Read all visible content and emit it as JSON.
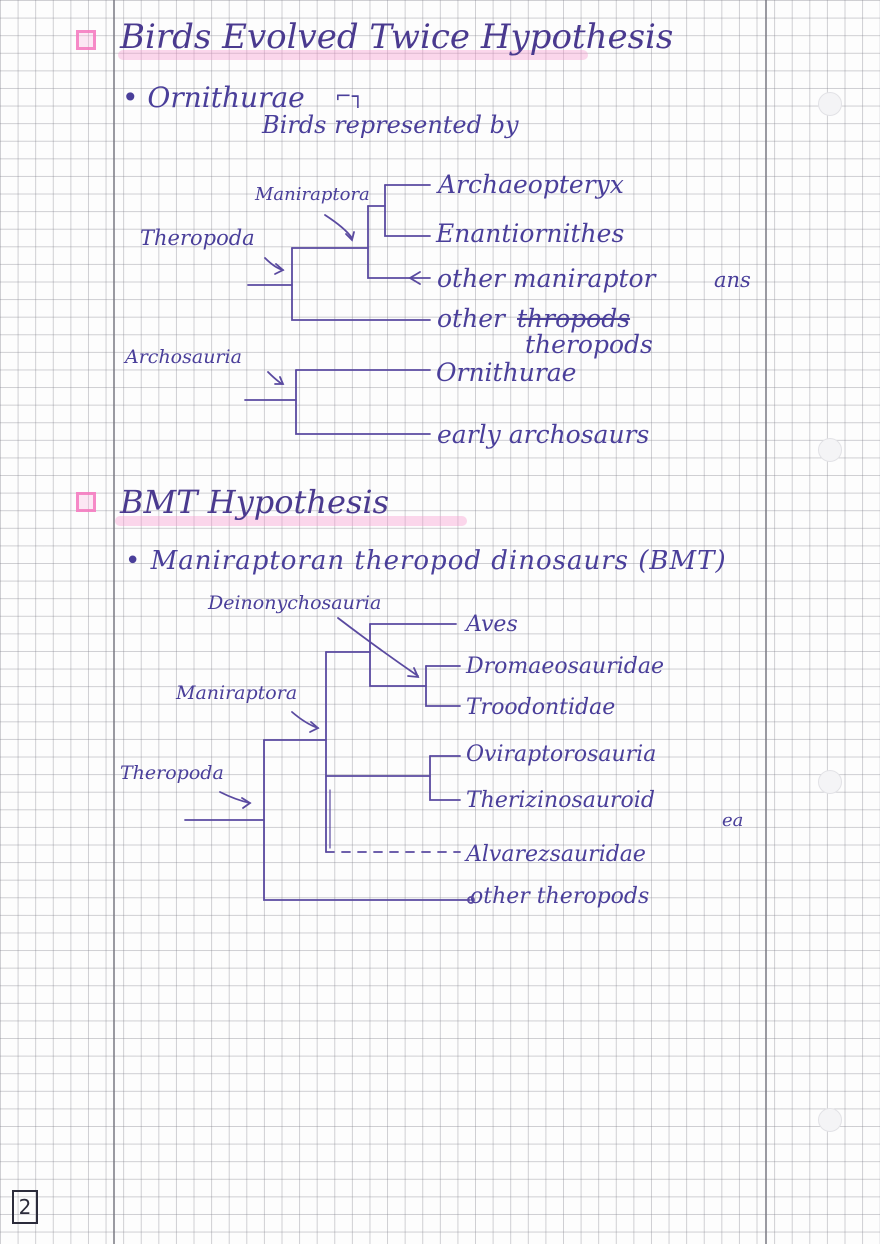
{
  "section1": {
    "title": "Birds Evolved Twice Hypothesis",
    "bullet": "• Ornithurae",
    "bracket": "⌐┐",
    "note": "Birds represented by",
    "tree1": {
      "labels": [
        "Theropoda",
        "Maniraptora"
      ],
      "taxa": [
        "Archaeopteryx",
        "Enantiornithes",
        "other maniraptor",
        "other",
        "thropods",
        "theropods"
      ],
      "suffix": "ans"
    },
    "tree2": {
      "labels": [
        "Archosauria"
      ],
      "taxa": [
        "Ornithurae",
        "early archosaurs"
      ]
    }
  },
  "section2": {
    "title": "BMT Hypothesis",
    "bullet": "• Maniraptoran theropod dinosaurs (BMT)",
    "tree": {
      "labels": [
        "Deinonychosauria",
        "Maniraptora",
        "Theropoda"
      ],
      "taxa": [
        "Aves",
        "Dromaeosauridae",
        "Troodontidae",
        "Oviraptorosauria",
        "Therizinosauroid",
        "Alvarezsauridae",
        "other theropods"
      ],
      "suffix": "ea"
    }
  },
  "page_number": "2"
}
